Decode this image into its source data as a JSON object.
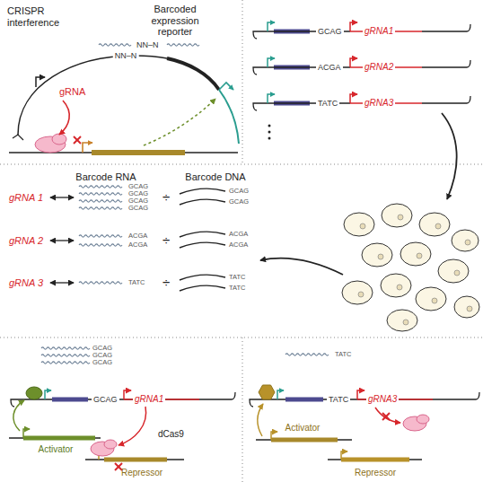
{
  "diagram": {
    "labels": [
      "CRISPR interference",
      "Barcoded expression reporter",
      "NN–N",
      "NN–N",
      "gRNA",
      "GCAG",
      "gRNA1",
      "ACGA",
      "gRNA2",
      "TATC",
      "gRNA3",
      "Barcode RNA",
      "Barcode DNA",
      "gRNA 1",
      "GCAG",
      "GCAG",
      "GCAG",
      "GCAG",
      "÷",
      "GCAG",
      "GCAG",
      "gRNA 2",
      "ACGA",
      "ACGA",
      "÷",
      "ACGA",
      "ACGA",
      "gRNA 3",
      "TATC",
      "÷",
      "TATC",
      "TATC",
      "GCAG",
      "GCAG",
      "GCAG",
      "GCAG",
      "gRNA1",
      "Activator",
      "dCas9",
      "Repressor",
      "TATC",
      "TATC",
      "gRNA3",
      "Activator",
      "Repressor"
    ]
  }
}
